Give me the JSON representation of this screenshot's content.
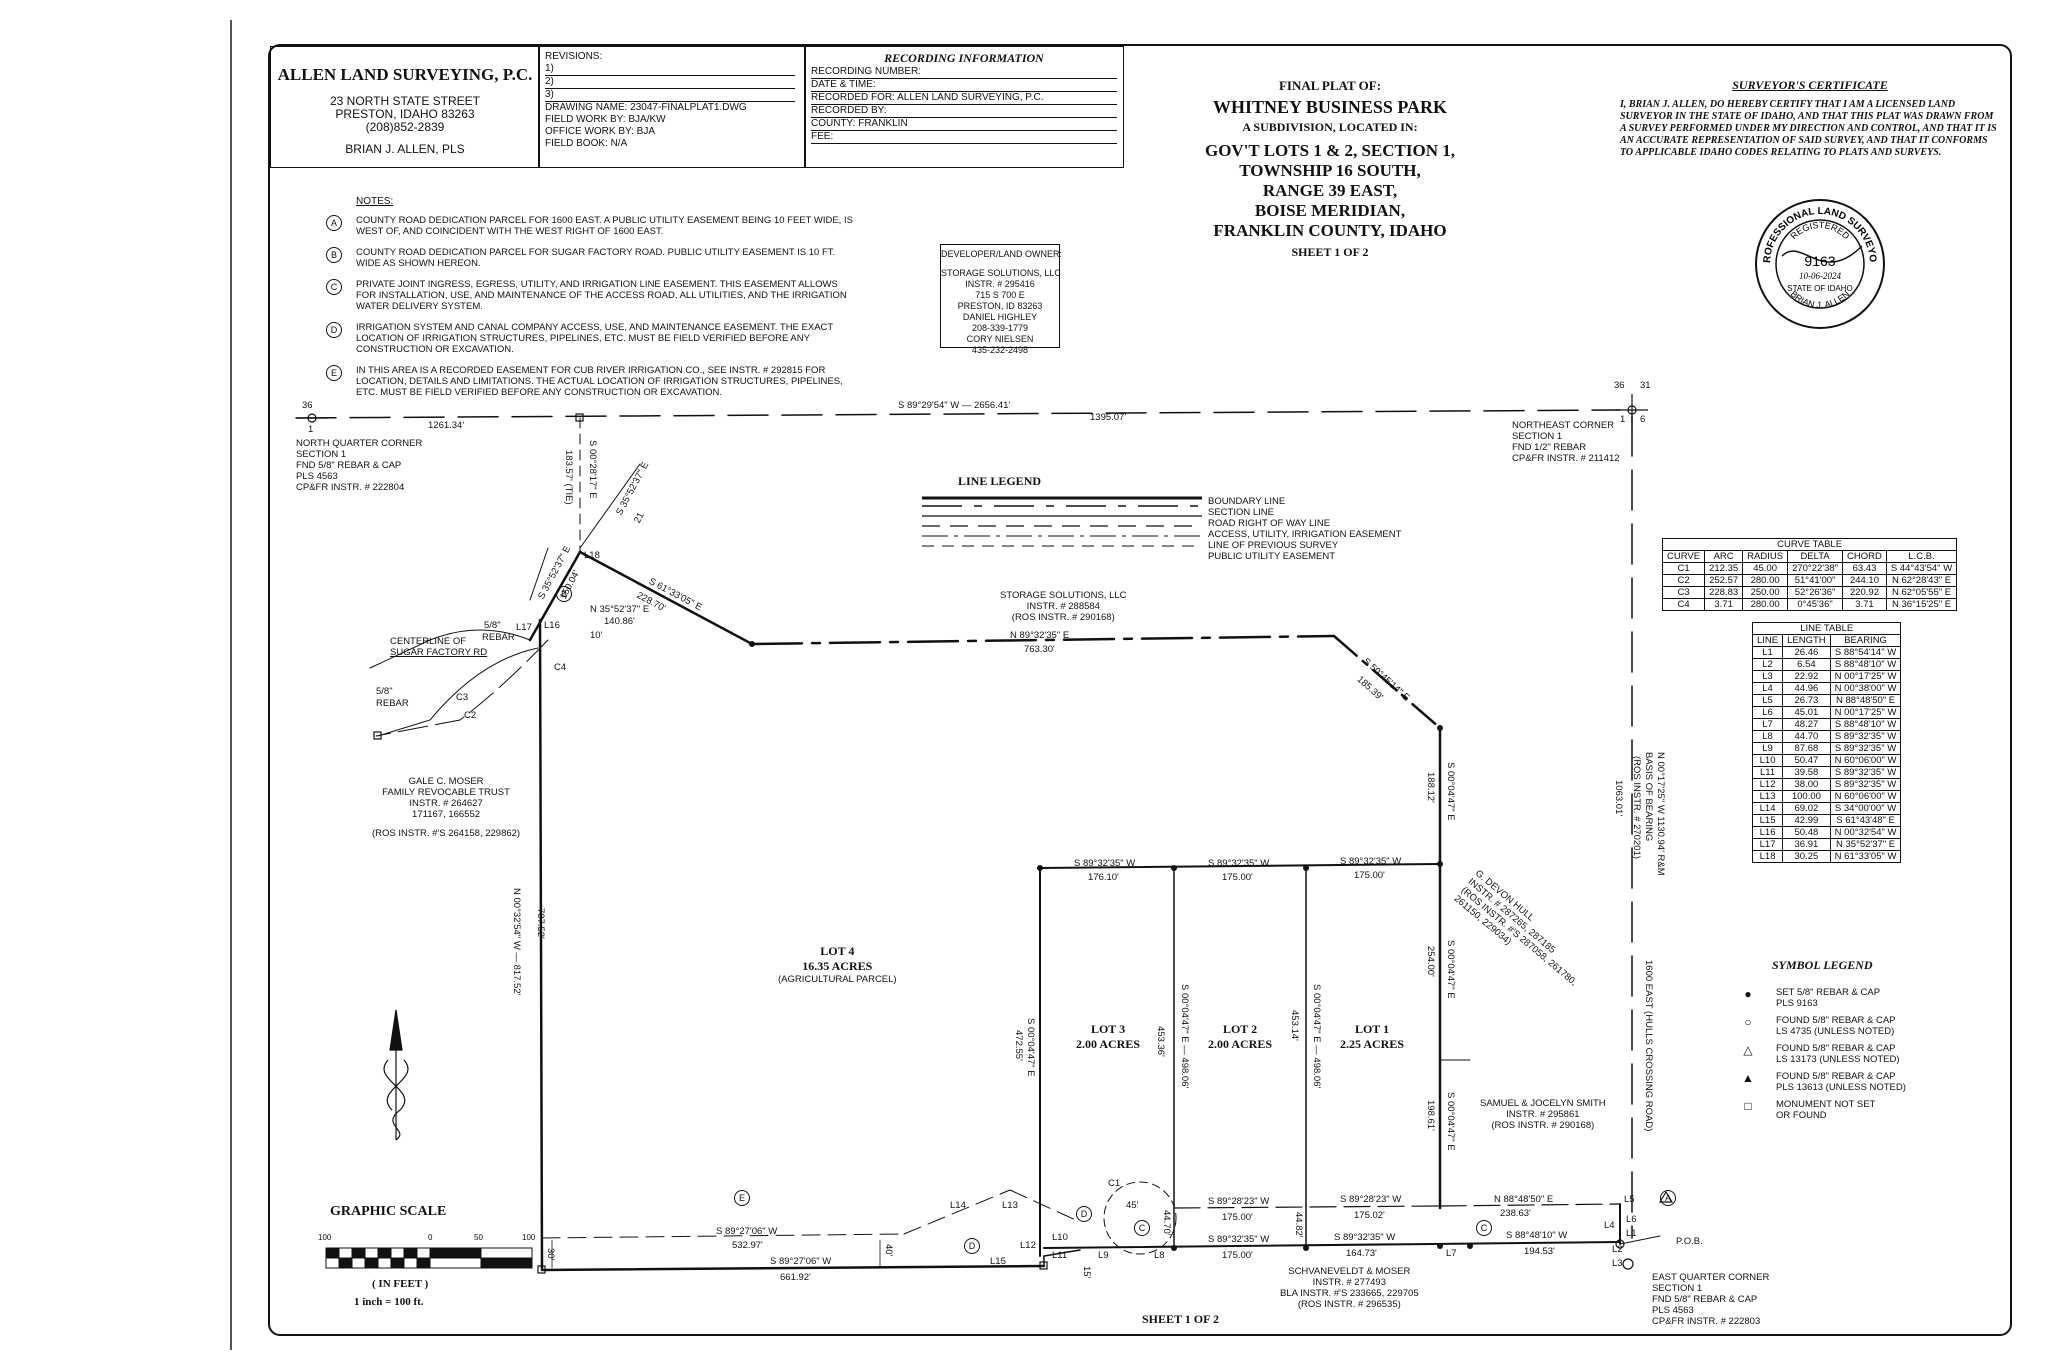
{
  "firm": {
    "name": "ALLEN LAND SURVEYING, P.C.",
    "address1": "23 NORTH STATE STREET",
    "address2": "PRESTON, IDAHO  83263",
    "phone": "(208)852-2839",
    "surveyor": "BRIAN J. ALLEN, PLS"
  },
  "revisions": {
    "title": "REVISIONS:",
    "rows": [
      "1)",
      "2)",
      "3)"
    ],
    "drawing_name": "DRAWING NAME:  23047-FINALPLAT1.DWG",
    "field_work": "FIELD WORK BY:  BJA/KW",
    "office_work": "OFFICE WORK BY:  BJA",
    "field_book": "FIELD BOOK:   N/A"
  },
  "recording": {
    "title": "RECORDING INFORMATION",
    "number": "RECORDING NUMBER:",
    "date": "DATE & TIME:",
    "recorded_for": "RECORDED FOR:  ALLEN LAND SURVEYING, P.C.",
    "recorded_by": "RECORDED BY:",
    "county": "COUNTY:   FRANKLIN",
    "fee": "FEE:"
  },
  "title_block": {
    "line1": "FINAL PLAT OF:",
    "line2": "WHITNEY BUSINESS PARK",
    "line3": "A SUBDIVISION, LOCATED IN:",
    "line4": "GOV'T LOTS 1 & 2, SECTION 1,",
    "line5": "TOWNSHIP 16 SOUTH,",
    "line6": "RANGE 39 EAST,",
    "line7": "BOISE MERIDIAN,",
    "line8": "FRANKLIN COUNTY, IDAHO",
    "line9": "SHEET 1 OF 2"
  },
  "certificate": {
    "title": "SURVEYOR'S CERTIFICATE",
    "text": "I, BRIAN J. ALLEN, DO HEREBY CERTIFY THAT I AM A LICENSED LAND SURVEYOR IN THE STATE OF IDAHO, AND THAT THIS PLAT WAS DRAWN FROM A SURVEY PERFORMED UNDER MY DIRECTION AND CONTROL, AND THAT IT IS AN ACCURATE REPRESENTATION OF SAID SURVEY, AND THAT IT CONFORMS TO APPLICABLE IDAHO CODES RELATING TO PLATS AND SURVEYS."
  },
  "seal": {
    "top": "PROFESSIONAL LAND SURVEYOR",
    "registered": "REGISTERED",
    "number": "9163",
    "date": "10-06-2024",
    "state": "STATE OF IDAHO",
    "name": "BRIAN J. ALLEN"
  },
  "notes": {
    "title": "NOTES:",
    "items": [
      {
        "key": "A",
        "text": "COUNTY ROAD DEDICATION PARCEL FOR 1600 EAST.  A PUBLIC UTILITY EASEMENT BEING 10 FEET WIDE, IS WEST OF, AND COINCIDENT WITH THE WEST RIGHT OF 1600 EAST."
      },
      {
        "key": "B",
        "text": "COUNTY ROAD DEDICATION PARCEL FOR SUGAR FACTORY ROAD.  PUBLIC UTILITY EASEMENT IS 10 FT. WIDE AS SHOWN HEREON."
      },
      {
        "key": "C",
        "text": "PRIVATE JOINT INGRESS, EGRESS, UTILITY, AND IRRIGATION LINE EASEMENT.  THIS EASEMENT ALLOWS FOR INSTALLATION, USE, AND MAINTENANCE OF THE ACCESS ROAD, ALL UTILITIES, AND THE IRRIGATION WATER DELIVERY SYSTEM."
      },
      {
        "key": "D",
        "text": "IRRIGATION SYSTEM AND CANAL COMPANY ACCESS, USE, AND MAINTENANCE EASEMENT.  THE EXACT LOCATION OF IRRIGATION STRUCTURES, PIPELINES, ETC. MUST BE FIELD VERIFIED BEFORE ANY CONSTRUCTION OR EXCAVATION."
      },
      {
        "key": "E",
        "text": "IN THIS AREA IS A RECORDED EASEMENT FOR CUB RIVER IRRIGATION CO., SEE INSTR. # 292815 FOR LOCATION, DETAILS AND LIMITATIONS.  THE ACTUAL LOCATION OF IRRIGATION STRUCTURES, PIPELINES, ETC. MUST BE FIELD VERIFIED BEFORE ANY CONSTRUCTION OR EXCAVATION."
      }
    ]
  },
  "developer": {
    "title": "DEVELOPER/LAND OWNER:",
    "lines": [
      "STORAGE SOLUTIONS, LLC",
      "INSTR. # 295416",
      "715 S  700 E",
      "PRESTON, ID  83263",
      "DANIEL HIGHLEY",
      "208-339-1779",
      "CORY NIELSEN",
      "435-232-2498"
    ]
  },
  "line_legend": {
    "title": "LINE LEGEND",
    "items": [
      "BOUNDARY LINE",
      "SECTION LINE",
      "ROAD RIGHT OF WAY LINE",
      "ACCESS, UTILITY, IRRIGATION EASEMENT",
      "LINE OF PREVIOUS SURVEY",
      "PUBLIC UTILITY EASEMENT"
    ]
  },
  "curve_table": {
    "title": "CURVE TABLE",
    "headers": [
      "CURVE",
      "ARC",
      "RADIUS",
      "DELTA",
      "CHORD",
      "L.C.B."
    ],
    "rows": [
      [
        "C1",
        "212.35",
        "45.00",
        "270°22'38\"",
        "63.43",
        "S 44°43'54\" W"
      ],
      [
        "C2",
        "252.57",
        "280.00",
        "51°41'00\"",
        "244.10",
        "N 62°28'43\" E"
      ],
      [
        "C3",
        "228.83",
        "250.00",
        "52°26'36\"",
        "220.92",
        "N 62°05'55\" E"
      ],
      [
        "C4",
        "3.71",
        "280.00",
        "0°45'36\"",
        "3.71",
        "N 36°15'25\" E"
      ]
    ]
  },
  "line_table": {
    "title": "LINE TABLE",
    "headers": [
      "LINE",
      "LENGTH",
      "BEARING"
    ],
    "rows": [
      [
        "L1",
        "26.46",
        "S 88°54'14\" W"
      ],
      [
        "L2",
        "6.54",
        "S 88°48'10\" W"
      ],
      [
        "L3",
        "22.92",
        "N 00°17'25\" W"
      ],
      [
        "L4",
        "44.96",
        "N 00°38'00\" W"
      ],
      [
        "L5",
        "26.73",
        "N 88°48'50\" E"
      ],
      [
        "L6",
        "45.01",
        "N 00°17'25\" W"
      ],
      [
        "L7",
        "48.27",
        "S 88°48'10\" W"
      ],
      [
        "L8",
        "44.70",
        "S 89°32'35\" W"
      ],
      [
        "L9",
        "87.68",
        "S 89°32'35\" W"
      ],
      [
        "L10",
        "50.47",
        "N 60°06'00\" W"
      ],
      [
        "L11",
        "39.58",
        "S 89°32'35\" W"
      ],
      [
        "L12",
        "38.00",
        "S 89°32'35\" W"
      ],
      [
        "L13",
        "100.00",
        "N 60°06'00\" W"
      ],
      [
        "L14",
        "69.02",
        "S 34°00'00\" W"
      ],
      [
        "L15",
        "42.99",
        "S 61°43'48\" E"
      ],
      [
        "L16",
        "50.48",
        "N 00°32'54\" W"
      ],
      [
        "L17",
        "36.91",
        "N 35°52'37\" E"
      ],
      [
        "L18",
        "30.25",
        "N 61°33'05\" W"
      ]
    ]
  },
  "symbol_legend": {
    "title": "SYMBOL LEGEND",
    "items": [
      {
        "glyph": "●",
        "l1": "SET 5/8\" REBAR & CAP",
        "l2": "PLS 9163"
      },
      {
        "glyph": "○",
        "l1": "FOUND 5/8\" REBAR & CAP",
        "l2": "LS 4735 (UNLESS NOTED)"
      },
      {
        "glyph": "△",
        "l1": "FOUND 5/8\" REBAR & CAP",
        "l2": "LS 13173 (UNLESS NOTED)"
      },
      {
        "glyph": "▲",
        "l1": "FOUND 5/8\" REBAR & CAP",
        "l2": "PLS 13613 (UNLESS NOTED)"
      },
      {
        "glyph": "□",
        "l1": "MONUMENT NOT SET",
        "l2": "OR FOUND"
      }
    ]
  },
  "graphic_scale": {
    "title": "GRAPHIC SCALE",
    "ticks": [
      "100",
      "0",
      "50",
      "100"
    ],
    "unit": "( IN FEET )",
    "ratio": "1 inch = 100  ft."
  },
  "footer": "SHEET 1 OF 2",
  "corners": {
    "nq": {
      "c1": "36",
      "c2": "1",
      "lines": [
        "NORTH QUARTER CORNER",
        "SECTION 1",
        "FND 5/8\" REBAR & CAP",
        "PLS 4563",
        "CP&FR INSTR. # 222804"
      ]
    },
    "ne": {
      "c1": "36",
      "c2": "31",
      "c3": "1",
      "c4": "6",
      "lines": [
        "NORTHEAST CORNER",
        "SECTION 1",
        "FND 1/2\" REBAR",
        "CP&FR INSTR. # 211412"
      ]
    },
    "eq": {
      "lines": [
        "EAST QUARTER CORNER",
        "SECTION 1",
        "FND 5/8\" REBAR & CAP",
        "PLS 4563",
        "CP&FR INSTR. # 222803"
      ]
    }
  },
  "plan": {
    "north_line": "S 89°29'54\" W  —  2656.41'",
    "n_1261": "1261.34'",
    "n_1395": "1395.07'",
    "west_top": "S 00°28'17\" E",
    "west_top_len": "183.57' (TIE)",
    "diag_a": "S 35°52'37\" E",
    "diag_a_len": "150.04'",
    "diag_b": "N 35°52'37\" E",
    "diag_b_len": "140.86'",
    "diag_c": "S 35°52'37\" E",
    "diag_c_len": "21",
    "s6133": "S 61°33'05\" E",
    "s6133_len": "228.70'",
    "ten_ft": "10'",
    "storage": [
      "STORAGE SOLUTIONS, LLC",
      "INSTR. # 288584",
      "(ROS INSTR. # 290168)"
    ],
    "n8932": "N 89°32'35\" E",
    "n8932_len": "763.30'",
    "s5045": "S 50°45'14\" E",
    "s5045_len": "185.39'",
    "s0004a": "S 00°04'47\" E",
    "s0004a_len": "188.12'",
    "basis": "N 00°17'25\" W  1130.94'  R&M",
    "basis2": "BASIS OF BEARING",
    "basis3": "(ROS INSTR. # 270201)",
    "len1063": "1063.01'",
    "road_1600": "1600 EAST (HULLS CROSSING ROAD)",
    "hull": [
      "G. DEVON HULL",
      "INSTR. # 287265, 287185",
      "(ROS INSTR. #'S 287058, 261780,",
      "261150, 229034)"
    ],
    "rebar1": "5/8\"",
    "rebar1b": "REBAR",
    "rebar2": "5/8\"",
    "rebar2b": "REBAR",
    "centerline": [
      "CENTERLINE OF",
      "SUGAR FACTORY RD"
    ],
    "moser": [
      "GALE C. MOSER",
      "FAMILY REVOCABLE TRUST",
      "INSTR. # 264627",
      "171167, 166552",
      "(ROS INSTR. #'S 264158, 229862)"
    ],
    "west_long": "N 00°32'54\" W  —  817.52'",
    "west_long2": "787.52'",
    "lot4": [
      "LOT 4",
      "16.35 ACRES",
      "(AGRICULTURAL PARCEL)"
    ],
    "lot3": [
      "LOT 3",
      "2.00 ACRES"
    ],
    "lot2": [
      "LOT 2",
      "2.00 ACRES"
    ],
    "lot1": [
      "LOT 1",
      "2.25 ACRES"
    ],
    "t1": "S 89°32'35\" W",
    "t1_len": "176.10'",
    "t2": "S 89°32'35\" W",
    "t2_len": "175.00'",
    "t3": "S 89°32'35\" W",
    "t3_len": "175.00'",
    "v1": "S 00°04'47\" E",
    "v1_len": "472.55'",
    "v2": "S 00°04'47\" E — 498.06'",
    "v2_len": "453.36'",
    "v3": "S 00°04'47\" E — 498.06'",
    "v3_len": "453.14'",
    "v4": "S 00°04'47\" E",
    "v4_len": "254.00'",
    "v5": "S 00°04'47\" E",
    "v5_len": "198.61'",
    "smith": [
      "SAMUEL & JOCELYN SMITH",
      "INSTR. # 295861",
      "(ROS INSTR. # 290168)"
    ],
    "b1": "S 89°28'23\" W",
    "b1_len": "175.00'",
    "b2": "S 89°28'23\" W",
    "b2_len": "175.02'",
    "b3": "N 88°48'50\" E",
    "b3_len": "238.63'",
    "c1a": "S 89°32'35\" W",
    "c1a_len": "175.00'",
    "c1b": "S 89°32'35\" W",
    "c1b_len": "164.73'",
    "c1c": "S 88°48'10\" W",
    "c1c_len": "194.53'",
    "d4470": "44.70'",
    "d4482": "44.82'",
    "d45": "45'",
    "sw1": "S 89°27'06\" W",
    "sw1_len": "532.97'",
    "sw2": "S 89°27'06\" W",
    "sw2_len": "661.92'",
    "d30": "30'",
    "d40": "40'",
    "d15": "15'",
    "schvan": [
      "SCHVANEVELDT & MOSER",
      "INSTR. # 277493",
      "BLA INSTR. #'S 233665, 229705",
      "(ROS INSTR. # 296535)"
    ],
    "pob": "P.O.B.",
    "curves": [
      "C1",
      "C2",
      "C3",
      "C4"
    ],
    "lines": [
      "L1",
      "L2",
      "L3",
      "L4",
      "L5",
      "L6",
      "L7",
      "L8",
      "L9",
      "L10",
      "L11",
      "L12",
      "L13",
      "L14",
      "L15",
      "L16",
      "L17",
      "L18"
    ]
  }
}
